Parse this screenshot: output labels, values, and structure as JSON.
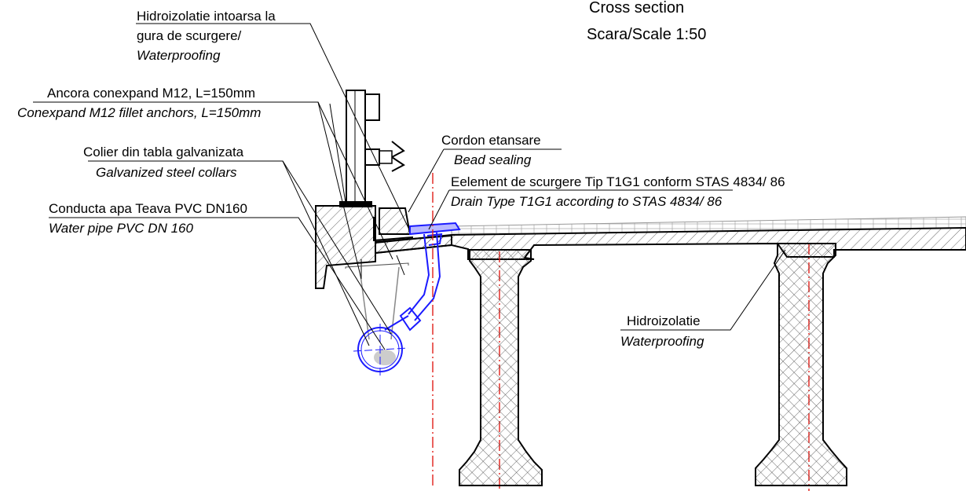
{
  "title": {
    "line1": "Cross section",
    "line2": "Scara/Scale 1:50"
  },
  "labels": {
    "waterproofing_return": {
      "ro_line1": "Hidroizolatie intoarsa la",
      "ro_line2": "gura de scurgere/",
      "en": "Waterproofing"
    },
    "anchor": {
      "ro": "Ancora conexpand M12, L=150mm",
      "en": "Conexpand M12 fillet anchors, L=150mm"
    },
    "collar": {
      "ro": "Colier din tabla galvanizata",
      "en": "Galvanized steel collars"
    },
    "pipe": {
      "ro": "Conducta apa Teava PVC DN160",
      "en": "Water pipe PVC DN 160"
    },
    "bead": {
      "ro": "Cordon etansare",
      "en": "Bead sealing"
    },
    "drain": {
      "ro": "Eelement de scurgere Tip T1G1  conform STAS 4834/ 86",
      "en": "Drain Type T1G1 according to STAS 4834/ 86"
    },
    "waterproofing": {
      "ro": "Hidroizolatie",
      "en": "Waterproofing"
    }
  },
  "colors": {
    "line": "#000000",
    "drain": "#1a1aff",
    "axis": "#e0201a"
  }
}
